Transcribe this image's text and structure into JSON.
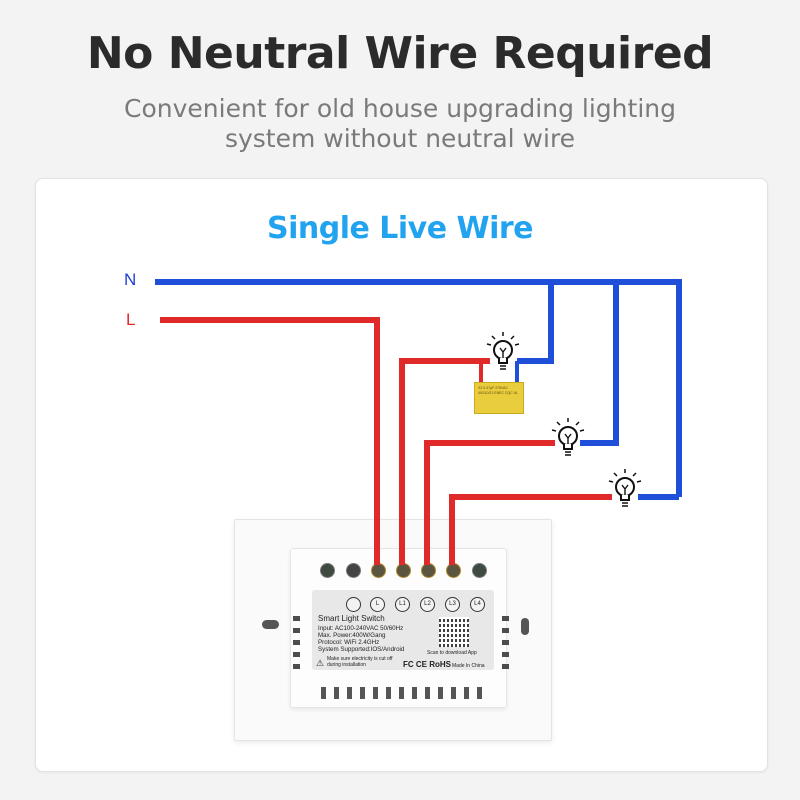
{
  "header": {
    "title": "No Neutral Wire Required",
    "subtitle_line1": "Convenient for old house upgrading lighting",
    "subtitle_line2": "system without neutral wire"
  },
  "diagram": {
    "title": "Single Live Wire",
    "wire_labels": {
      "neutral": "N",
      "live": "L"
    },
    "colors": {
      "neutral": "#1f4fd8",
      "live": "#e02a2a",
      "title": "#22a3f0"
    },
    "components": [
      "capacitor",
      "bulb-1",
      "bulb-2",
      "bulb-3"
    ]
  },
  "switch": {
    "terminals": [
      "",
      "L",
      "L1",
      "L2",
      "L3",
      "L4"
    ],
    "product_name": "Smart Light Switch",
    "specs": [
      "Input: AC100-240VAC 50/60Hz",
      "Max. Power:400W/Gang",
      "Protocol: WiFi 2.4GHz",
      "System Supported:IOS/Android"
    ],
    "warning": "Make sure electricity is cut off during installation",
    "scan_text": "Scan to download App",
    "certifications": "FC CE RoHS",
    "made_in": "Made In China"
  },
  "capacitor": {
    "text": "X2 0.47µF 275VAC 40/110/21 ENEC CQC UL"
  }
}
